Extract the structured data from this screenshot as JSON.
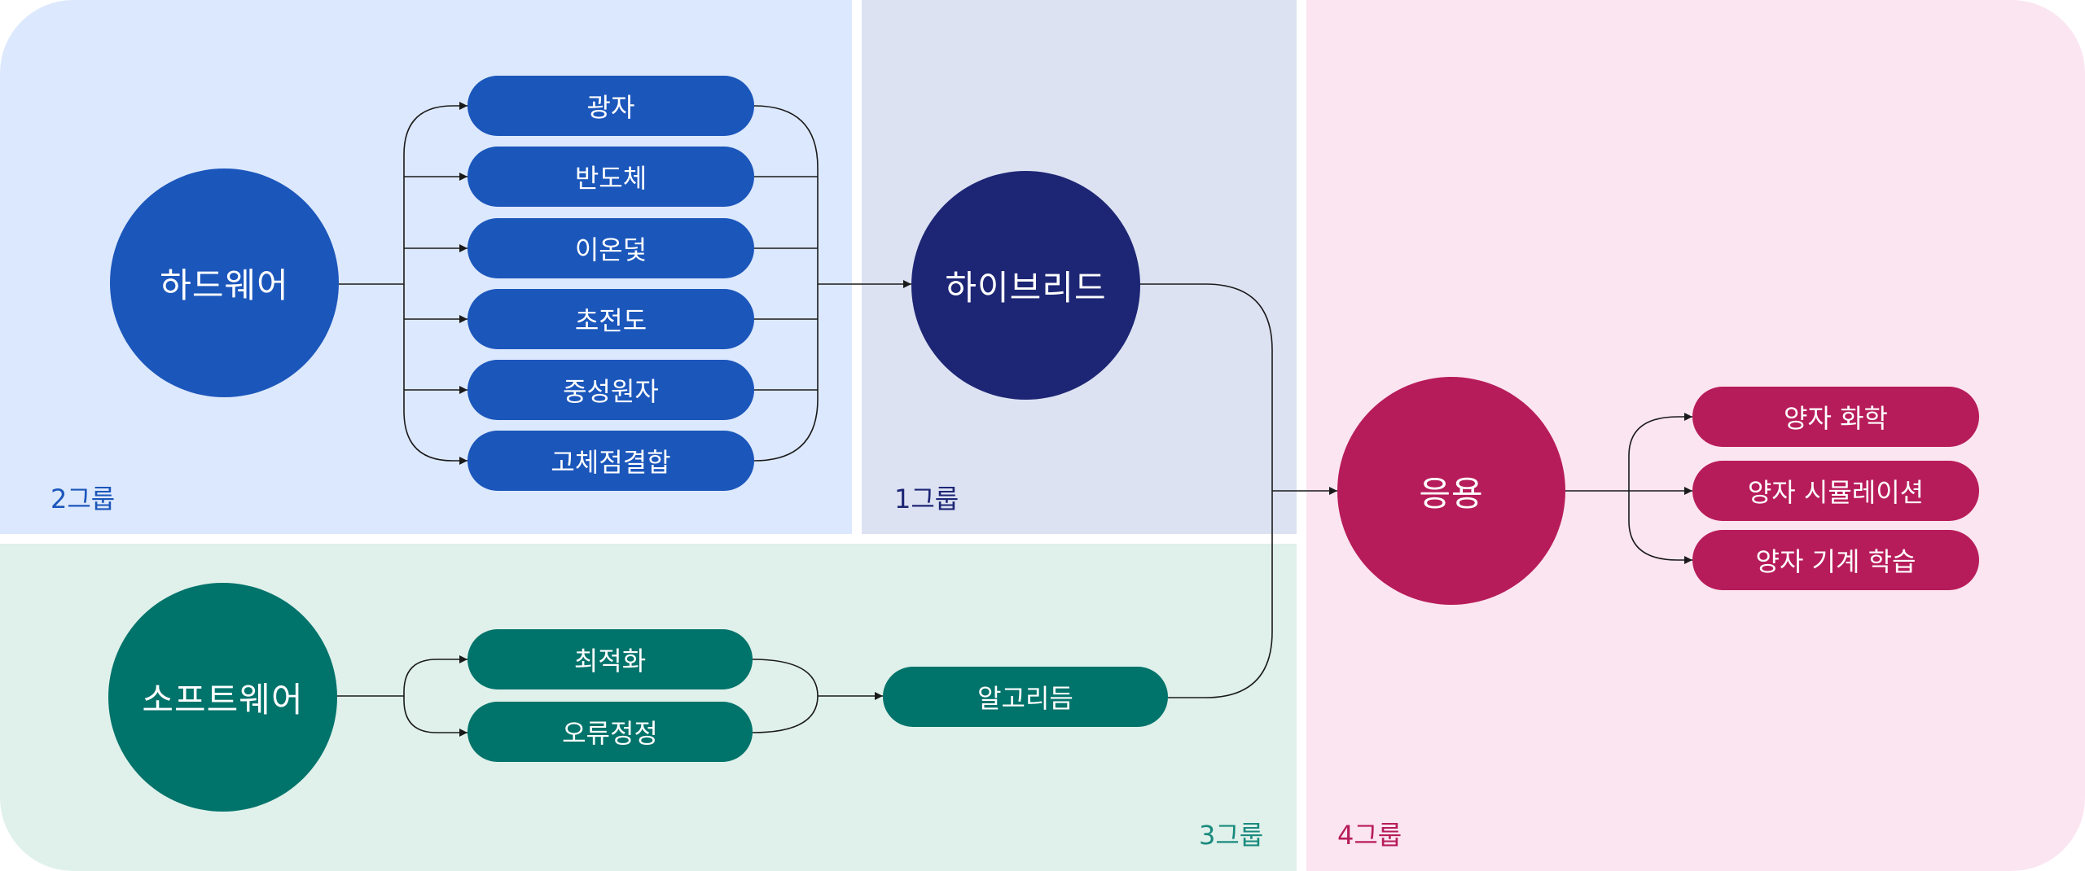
{
  "groups": {
    "g2": "2그룹",
    "g1": "1그룹",
    "g3": "3그룹",
    "g4": "4그룹"
  },
  "hardware": {
    "label": "하드웨어",
    "items": [
      "광자",
      "반도체",
      "이온덫",
      "초전도",
      "중성원자",
      "고체점결합"
    ]
  },
  "hybrid": {
    "label": "하이브리드"
  },
  "software": {
    "label": "소프트웨어",
    "items": [
      "최적화",
      "오류정정"
    ],
    "algorithm": "알고리듬"
  },
  "application": {
    "label": "응용",
    "items": [
      "양자 화학",
      "양자 시뮬레이션",
      "양자 기계 학습"
    ]
  },
  "colors": {
    "hardware": "#1b56bb",
    "hybrid": "#1d2674",
    "software": "#00736b",
    "application": "#b71c5a",
    "g2_text": "#1b56bb",
    "g1_text": "#1d2674",
    "g3_text": "#1a8a7e",
    "g4_text": "#b71c5a"
  }
}
